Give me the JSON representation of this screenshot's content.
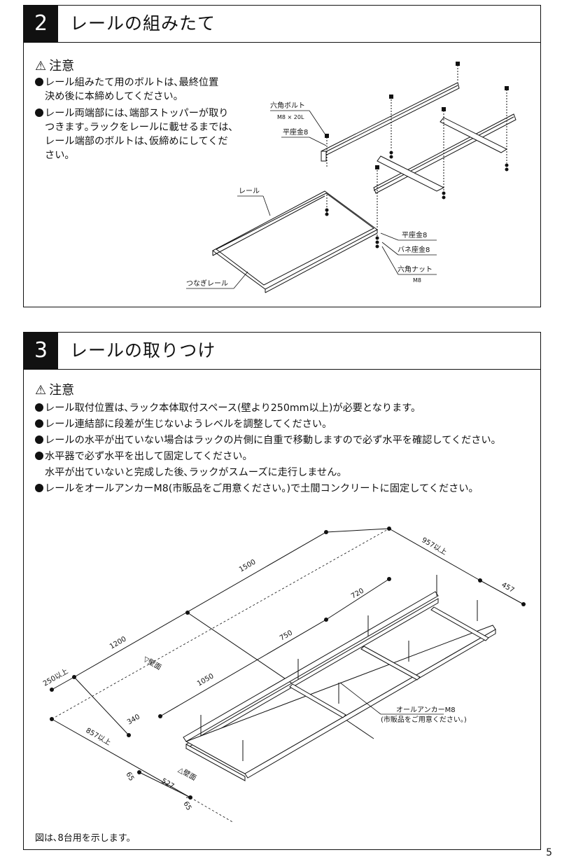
{
  "s2": {
    "num": "2",
    "title": "レールの組みたて",
    "caution": "注意",
    "bullets": [
      "レール組みたて用のボルトは､最終位置",
      "決め後に本締めしてください。",
      "レール両端部には､端部ストッパーが取り",
      "つきます｡ラックをレールに載せるまでは､",
      "レール端部のボルトは､仮締めにしてくだ",
      "さい。"
    ],
    "labels": {
      "bolt": "六角ボルト",
      "bolt_size": "M8 × 20L",
      "washer_top": "平座金8",
      "rail": "レール",
      "joint_rail": "つなぎレール",
      "washer": "平座金8",
      "spring_washer": "バネ座金8",
      "nut": "六角ナット",
      "nut_size": "M8"
    }
  },
  "s3": {
    "num": "3",
    "title": "レールの取りつけ",
    "caution": "注意",
    "bullets": [
      "レール取付位置は､ラック本体取付スペース(壁より250mm以上)が必要となります。",
      "レール連結部に段差が生じないようレベルを調整してください。",
      "レールの水平が出ていない場合はラックの片側に自重で移動しますので必ず水平を確認してください。",
      "水平器で必ず水平を出して固定してください。",
      "水平が出ていないと完成した後､ラックがスムーズに走行しません。",
      "レールをオールアンカーM8(市販品をご用意ください｡)で土間コンクリートに固定してください。"
    ],
    "dims": {
      "d1500": "1500",
      "d1200": "1200",
      "d957a": "957以上",
      "d457": "457",
      "d720": "720",
      "d750": "750",
      "d1050": "1050",
      "d340": "340",
      "d250": "250以上",
      "d857": "857以上",
      "d65a": "65",
      "d527": "527",
      "d65b": "65",
      "wall_a": "▽壁面",
      "wall_b": "△壁面"
    },
    "anchor_label": "オールアンカーM8",
    "anchor_sub": "(市販品をご用意ください。)",
    "footnote": "図は､8台用を示します。"
  },
  "page_number": "5"
}
